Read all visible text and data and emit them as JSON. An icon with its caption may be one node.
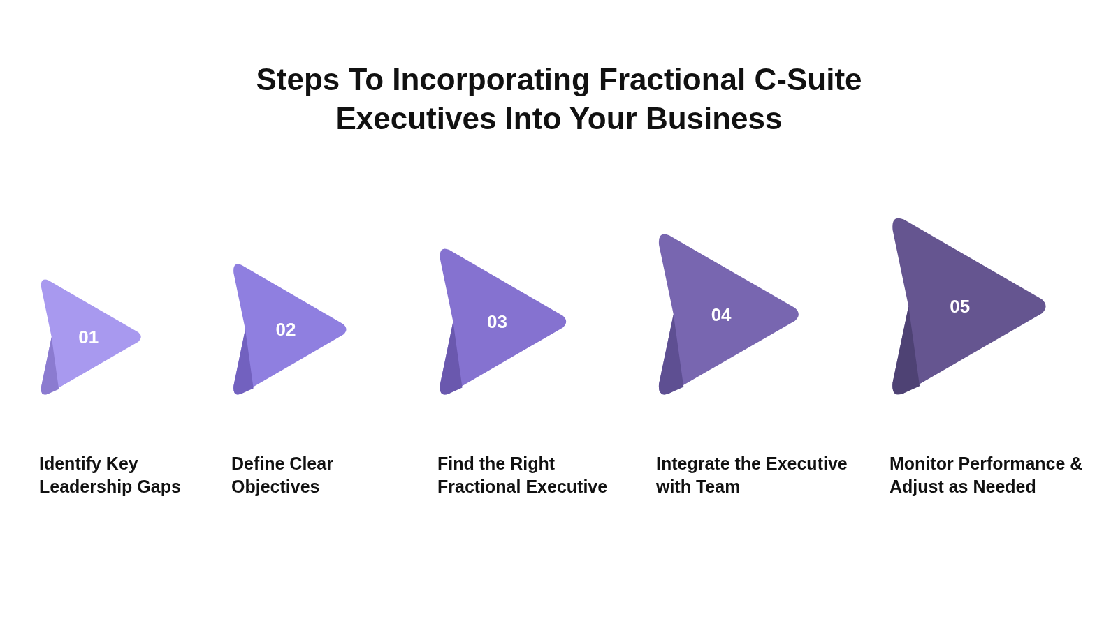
{
  "diagram": {
    "title": "Steps To Incorporating Fractional C-Suite Executives Into Your Business",
    "nodes": [
      {
        "text": [
          "01"
        ],
        "beside": [
          "Identify Key Leadership Gaps"
        ]
      },
      {
        "text": [
          "02"
        ],
        "beside": [
          "Define Clear Objectives"
        ]
      },
      {
        "text": [
          "03"
        ],
        "beside": [
          "Find the Right Fractional Executive"
        ]
      },
      {
        "text": [
          "04"
        ],
        "beside": [
          "Integrate the Executive with Team"
        ]
      },
      {
        "text": [
          "05"
        ],
        "beside": [
          "Monitor Performance & Adjust as Needed"
        ]
      }
    ]
  }
}
